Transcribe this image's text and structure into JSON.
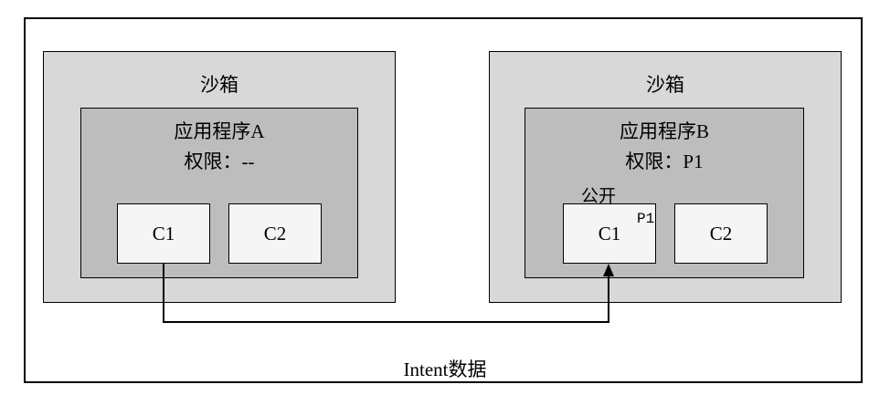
{
  "sandbox_left": {
    "title": "沙箱",
    "app": {
      "name": "应用程序A",
      "permission": "权限：--"
    },
    "components": [
      "C1",
      "C2"
    ]
  },
  "sandbox_right": {
    "title": "沙箱",
    "app": {
      "name": "应用程序B",
      "permission": "权限：P1"
    },
    "components": [
      "C1",
      "C2"
    ],
    "exported_label": "公开",
    "required_permission": "P1"
  },
  "connection_label": "Intent数据"
}
